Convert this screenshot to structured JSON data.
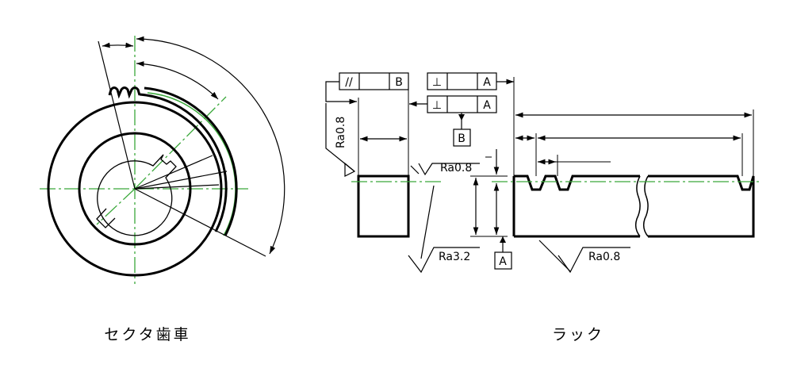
{
  "captions": {
    "sector_gear": "セクタ歯車",
    "rack": "ラック"
  },
  "tolerance_frames": {
    "parallelism": {
      "symbol": "//",
      "datum": "B"
    },
    "perpendicularity_top": {
      "symbol": "⊥",
      "datum": "A"
    },
    "perpendicularity_bottom": {
      "symbol": "⊥",
      "datum": "A"
    }
  },
  "datums": {
    "b": "B",
    "a": "A"
  },
  "roughness": {
    "side_vertical": "Ra0.8",
    "top_face": "Ra0.8",
    "bottom_left": "Ra3.2",
    "bottom_right": "Ra0.8"
  },
  "colors": {
    "line": "#000000",
    "centerline": "#3aa83a"
  }
}
